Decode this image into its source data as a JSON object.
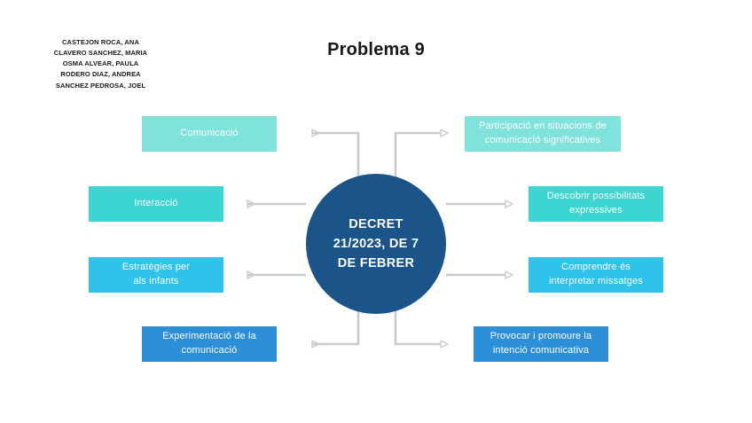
{
  "authors": {
    "lines": [
      "CASTEJON ROCA, ANA",
      "CLAVERO SANCHEZ, MARIA",
      "OSMA ALVEAR, PAULA",
      "RODERO DIAZ, ANDREA",
      "SANCHEZ PEDROSA, JOEL"
    ]
  },
  "title": "Problema 9",
  "diagram": {
    "center": {
      "label": "DECRET\n21/2023, DE 7\nDE FEBRER",
      "color": "#1a5489",
      "shape": "circle"
    },
    "connector_color": "#c9cccd",
    "nodes": [
      {
        "id": "comunicacio",
        "label": "Comunicació",
        "color": "#7fe3dc",
        "side": "left",
        "row": 1
      },
      {
        "id": "interaccio",
        "label": "Interacció",
        "color": "#3bd6d1",
        "side": "left",
        "row": 2
      },
      {
        "id": "estrategies-per-als-infants",
        "label": "Estratègies per\nals infants",
        "color": "#2fc3ec",
        "side": "left",
        "row": 3
      },
      {
        "id": "experimentacio-de-la-comunicacio",
        "label": "Experimentació de la\ncomunicació",
        "color": "#2c8fd8",
        "side": "left",
        "row": 4
      },
      {
        "id": "participacio-en-situacions",
        "label": "Participació en situacions de\ncomunicació significatives",
        "color": "#7fe3dc",
        "side": "right",
        "row": 1
      },
      {
        "id": "descobrir-possibilitats-expressives",
        "label": "Descobrir possibilitats\nexpressives",
        "color": "#3bd6d1",
        "side": "right",
        "row": 2
      },
      {
        "id": "comprendre-es-interpretar-missatges",
        "label": "Comprendre és\ninterpretar missatges",
        "color": "#2fc3ec",
        "side": "right",
        "row": 3
      },
      {
        "id": "provocar-i-promoure",
        "label": "Provocar i promoure la\nintenció comunicativa",
        "color": "#2c8fd8",
        "side": "right",
        "row": 4
      }
    ]
  }
}
